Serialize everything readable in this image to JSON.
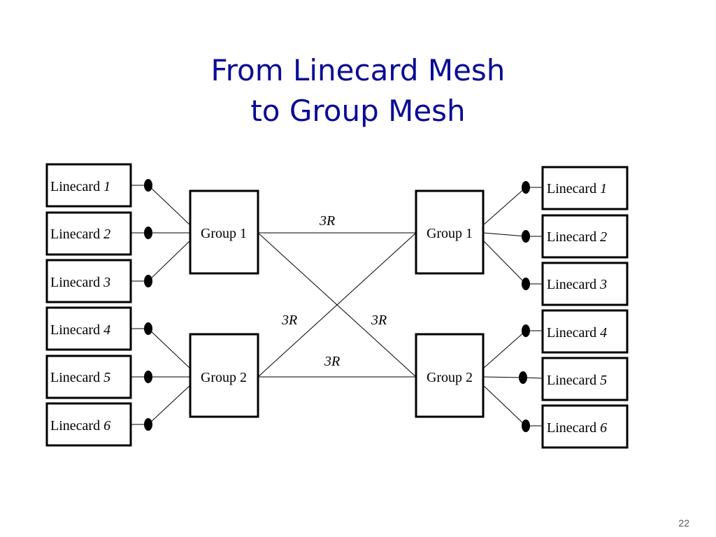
{
  "slide": {
    "title_line1": "From Linecard Mesh",
    "title_line2": "to Group Mesh",
    "page_number": "22"
  },
  "left": {
    "linecards": [
      {
        "label": "Linecard",
        "num": "1"
      },
      {
        "label": "Linecard",
        "num": "2"
      },
      {
        "label": "Linecard",
        "num": "3"
      },
      {
        "label": "Linecard",
        "num": "4"
      },
      {
        "label": "Linecard",
        "num": "5"
      },
      {
        "label": "Linecard",
        "num": "6"
      }
    ],
    "groups": [
      {
        "label": "Group 1"
      },
      {
        "label": "Group 2"
      }
    ]
  },
  "right": {
    "linecards": [
      {
        "label": "Linecard",
        "num": "1"
      },
      {
        "label": "Linecard",
        "num": "2"
      },
      {
        "label": "Linecard",
        "num": "3"
      },
      {
        "label": "Linecard",
        "num": "4"
      },
      {
        "label": "Linecard",
        "num": "5"
      },
      {
        "label": "Linecard",
        "num": "6"
      }
    ],
    "groups": [
      {
        "label": "Group 1"
      },
      {
        "label": "Group 2"
      }
    ]
  },
  "links": {
    "g1_g1": "3R",
    "g2_g1": "3R",
    "g1_g2": "3R",
    "g2_g2": "3R"
  }
}
